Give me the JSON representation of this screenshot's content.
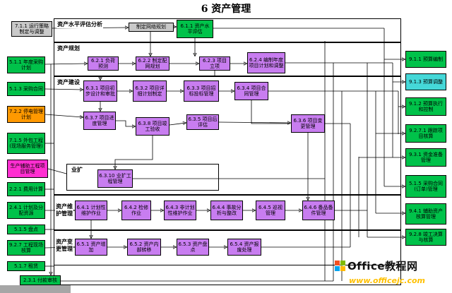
{
  "title": "6 资产管理",
  "sections": {
    "evaluation": "资产水平评估分析",
    "planning": "资产规划",
    "construction": "资产建设",
    "expansion": "业扩",
    "maintenance": "资产维护管理",
    "change": "资产变更管理"
  },
  "left_nodes": [
    {
      "label": "7.1.1 运行策略制定与调整"
    },
    {
      "label": "5.1.1 年度采购计划"
    },
    {
      "label": "5.1.3 采购合同"
    },
    {
      "label": "7.2.2 停电管理计划"
    },
    {
      "label": "7.1.5 外包工程(现场服务管理)"
    },
    {
      "label": "生产辅助工程项目管理"
    },
    {
      "label": "2.2.1 费用计算"
    },
    {
      "label": "2.4.1 计划及分配资源"
    },
    {
      "label": "5.1.5 盘点"
    },
    {
      "label": "9.2.7 工程现场核算"
    },
    {
      "label": "5.1.7 租赁"
    },
    {
      "label": "2.3.1 付款审核"
    }
  ],
  "right_nodes": [
    {
      "label": "9.1.1 预算编制"
    },
    {
      "label": "9.1.3 预算调整"
    },
    {
      "label": "9.1.2 预算执行和控制"
    },
    {
      "label": "9.2.7.1 跟踪项目核算"
    },
    {
      "label": "9.3.1 资金准备管理"
    },
    {
      "label": "5.1.5 采购合同(订单)管理"
    },
    {
      "label": "9.4.1 辅助资产核算管理"
    },
    {
      "label": "9.2.8 竣工决算与核算"
    }
  ],
  "flow_nodes": {
    "evaluation": [
      {
        "label": "制定网络规划"
      },
      {
        "label": "6.1.1 资产水平评估"
      }
    ],
    "planning": [
      {
        "label": "6.2.1 负荷预测"
      },
      {
        "label": "6.2.2 制定配网规划"
      },
      {
        "label": "6.2.3 项目立项"
      },
      {
        "label": "6.2.4 编制年度项目计划和调整"
      }
    ],
    "construction": [
      {
        "label": "6.3.1 项目初步设计和审批"
      },
      {
        "label": "6.3.2 项目详细计划制定"
      },
      {
        "label": "6.3.3 项目招标投标管理"
      },
      {
        "label": "6.3.4 项目合同管理"
      },
      {
        "label": "6.3.7 项目进度管理"
      },
      {
        "label": "6.3.8 项目竣工验收"
      },
      {
        "label": "6.3.5 项目后评估"
      },
      {
        "label": "6.3.6 项目变更管理"
      }
    ],
    "expansion": [
      {
        "label": "6.3.10 业扩工程管理"
      }
    ],
    "maintenance": [
      {
        "label": "6.4.1 计划性维护作业"
      },
      {
        "label": "6.4.2 检修作业"
      },
      {
        "label": "6.4.3 非计划性维护作业"
      },
      {
        "label": "6.4.4 事故分析与整改"
      },
      {
        "label": "6.4.5 巡视管理"
      },
      {
        "label": "6.4.6 备品备件管理"
      }
    ],
    "change": [
      {
        "label": "6.5.1 资产增加"
      },
      {
        "label": "6.5.2 资产内部转移"
      },
      {
        "label": "6.5.3 资产盘点"
      },
      {
        "label": "6.5.4 资产报废处理"
      }
    ]
  },
  "watermark": {
    "brand": "Office教程网",
    "url": "www.officejc.com"
  },
  "colors": {
    "green": "#00c24a",
    "cyan": "#45d8d8",
    "orange": "#ff9900",
    "magenta": "#ff2ed1",
    "purple": "#c87df0",
    "gray": "#c9c9c9",
    "logo_red": "#f25022",
    "logo_green": "#7fba00",
    "logo_blue": "#00a4ef",
    "logo_yellow": "#ffb900",
    "url_yellow": "#ffc000"
  }
}
